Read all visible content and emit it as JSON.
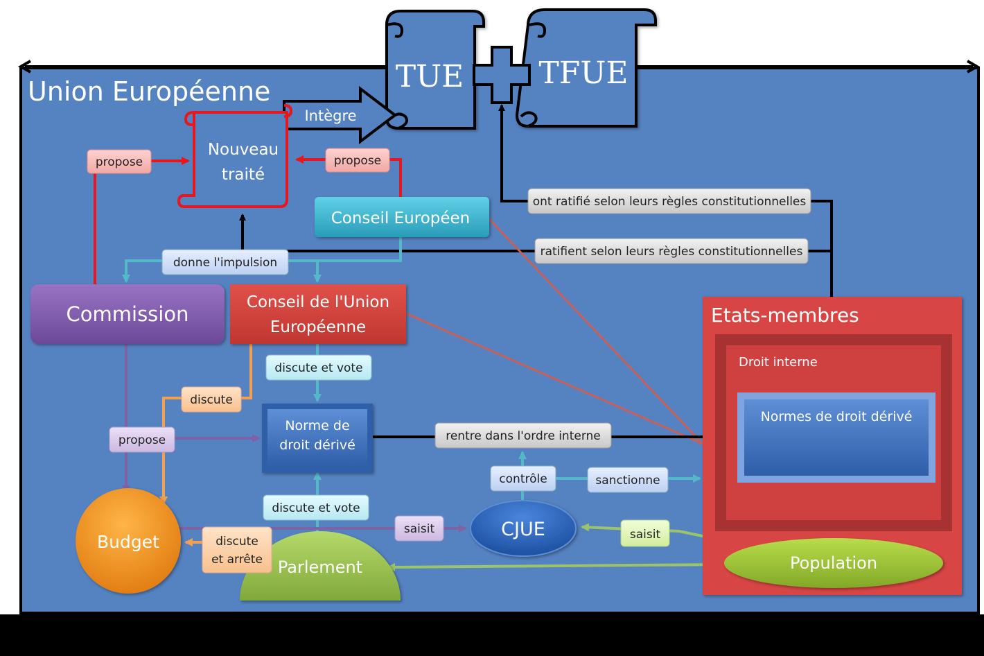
{
  "title": "Union Européenne",
  "treaties": {
    "tue": "TUE",
    "tfue": "TFUE"
  },
  "nodes": {
    "nouveau_traite": [
      "Nouveau",
      "traité"
    ],
    "conseil_europeen": "Conseil Européen",
    "commission": "Commission",
    "conseil_union": [
      "Conseil de l'Union",
      "Européenne"
    ],
    "norme": [
      "Norme de",
      "droit dérivé"
    ],
    "budget": "Budget",
    "parlement": "Parlement",
    "cjue": "CJUE",
    "population": "Population",
    "etats_membres": "Etats-membres",
    "droit_interne": "Droit interne",
    "normes_droit_derive": "Normes de droit dérivé"
  },
  "edge_labels": {
    "integre": "Intègre",
    "propose_commission": "propose",
    "propose_conseil": "propose",
    "ont_ratifie": "ont ratifié selon leurs règles constitutionnelles",
    "ratifient": "ratifient selon leurs règles constitutionnelles",
    "donne_impulsion": "donne l'impulsion",
    "discute_vote_conseil": "discute et vote",
    "discute_conseil_budget": "discute",
    "propose_norme": "propose",
    "rentre": "rentre dans l'ordre interne",
    "controle": "contrôle",
    "sanctionne": "sanctionne",
    "discute_vote_parlement": "discute et vote",
    "saisit_parlement": "saisit",
    "saisit_population": "saisit",
    "discute_arrete": [
      "discute",
      "et arrête"
    ]
  },
  "colors": {
    "background": "#5582c0",
    "red_edge": "#e8161f",
    "teal_edge": "#55b8c9",
    "purple_edge": "#7f62a6",
    "orange_edge": "#f0a050",
    "green_edge": "#9cc26a"
  }
}
